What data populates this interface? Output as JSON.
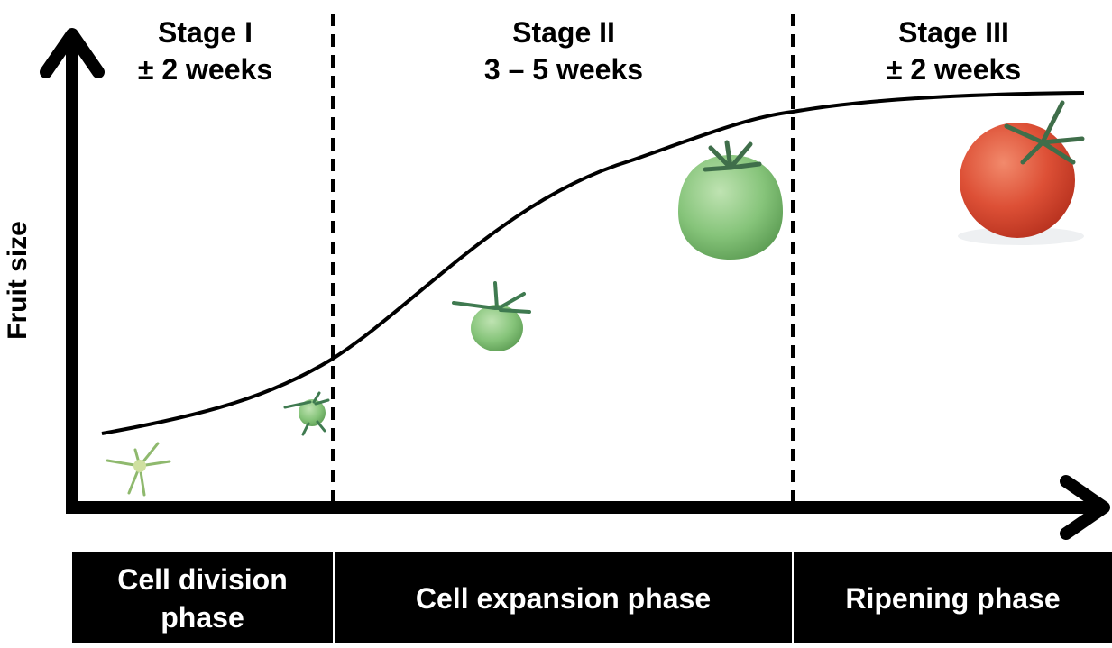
{
  "axis": {
    "y_label": "Fruit size"
  },
  "stages": [
    {
      "name": "Stage I",
      "duration": "± 2 weeks"
    },
    {
      "name": "Stage II",
      "duration": "3 – 5 weeks"
    },
    {
      "name": "Stage III",
      "duration": "± 2 weeks"
    }
  ],
  "phases": [
    {
      "label": "Cell division phase"
    },
    {
      "label": "Cell expansion phase"
    },
    {
      "label": "Ripening phase"
    }
  ],
  "fruit_images": [
    {
      "name": "flower-icon",
      "color": "#a8c98a"
    },
    {
      "name": "small-green-fruit-icon",
      "color": "#79b06a"
    },
    {
      "name": "medium-green-fruit-icon",
      "color": "#7dbf6f"
    },
    {
      "name": "large-green-fruit-icon",
      "color": "#8ccc7c"
    },
    {
      "name": "red-tomato-icon",
      "color": "#d9503a"
    }
  ]
}
